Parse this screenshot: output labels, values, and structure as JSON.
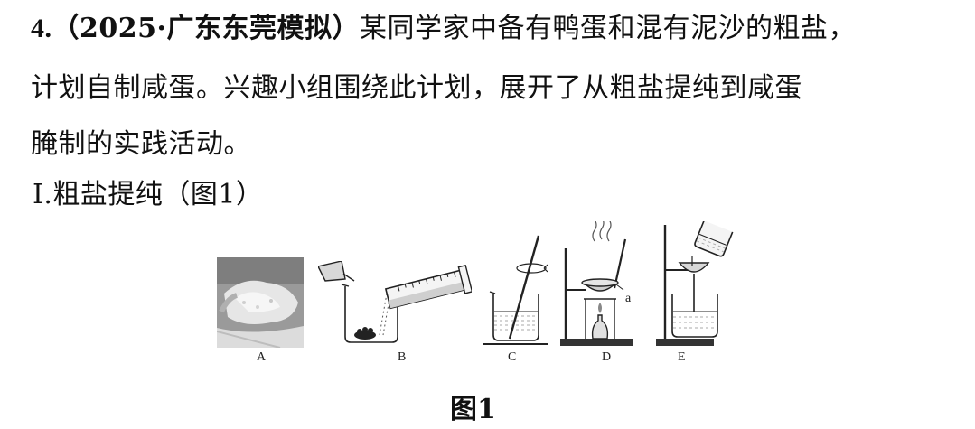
{
  "question": {
    "number": "4.",
    "source": "（2025·广东东莞模拟）",
    "line1_text": "某同学家中备有鸭蛋和混有泥沙的粗盐，",
    "line2": "计划自制咸蛋。兴趣小组围绕此计划，展开了从粗盐提纯到咸蛋",
    "line3": "腌制的实践活动。"
  },
  "section": {
    "title": "Ⅰ.粗盐提纯（图1）"
  },
  "figure": {
    "panels": [
      "A",
      "B",
      "C",
      "D",
      "E"
    ],
    "inner_label": "a",
    "caption": "图1"
  }
}
